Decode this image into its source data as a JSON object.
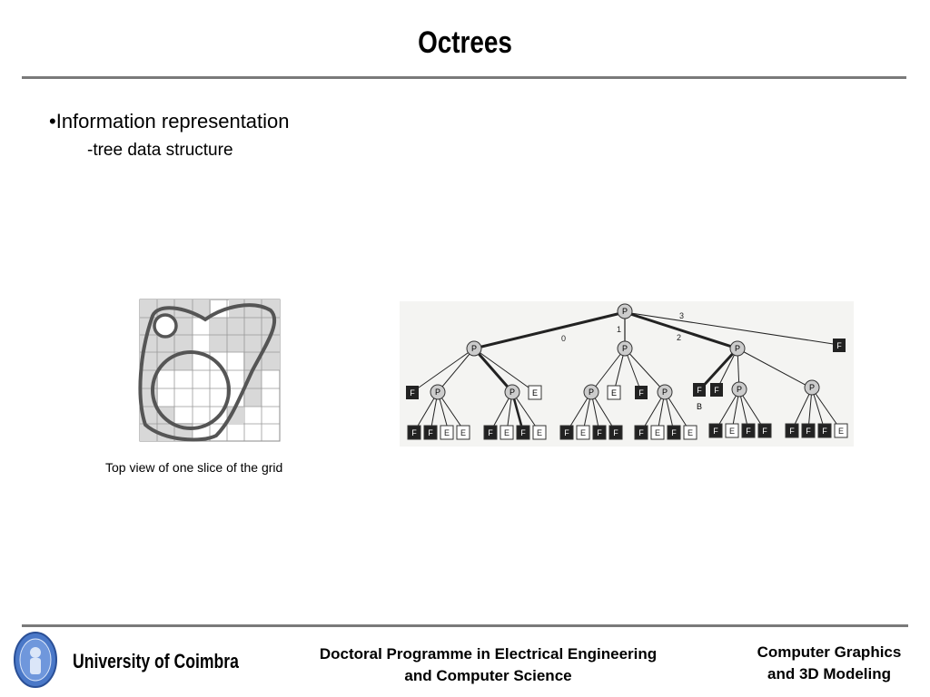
{
  "slide": {
    "title": "Octrees",
    "bullet_main": "•Information representation",
    "bullet_sub": "-tree data structure",
    "caption": "Top view of one slice of the grid"
  },
  "tree": {
    "root": "P",
    "edge_labels": [
      "0",
      "1",
      "2",
      "3"
    ],
    "root_child_3": "F",
    "group1": [
      "F",
      "P",
      "P",
      "E"
    ],
    "group2": [
      "P",
      "E",
      "F",
      "P"
    ],
    "group3": [
      "F",
      "F",
      "P",
      "P"
    ],
    "group3_annotation": "B",
    "leaves": [
      [
        "F",
        "F",
        "E",
        "E"
      ],
      [
        "F",
        "E",
        "F",
        "E"
      ],
      [
        "F",
        "E",
        "F",
        "F"
      ],
      [
        "F",
        "E",
        "F",
        "E"
      ],
      [
        "F",
        "E",
        "F",
        "F"
      ],
      [
        "F",
        "F",
        "F",
        "E"
      ]
    ]
  },
  "footer": {
    "university": "University of Coimbra",
    "programme_line1": "Doctoral Programme in Electrical Engineering",
    "programme_line2": "and Computer Science",
    "course_line1": "Computer Graphics",
    "course_line2": "and 3D Modeling"
  }
}
